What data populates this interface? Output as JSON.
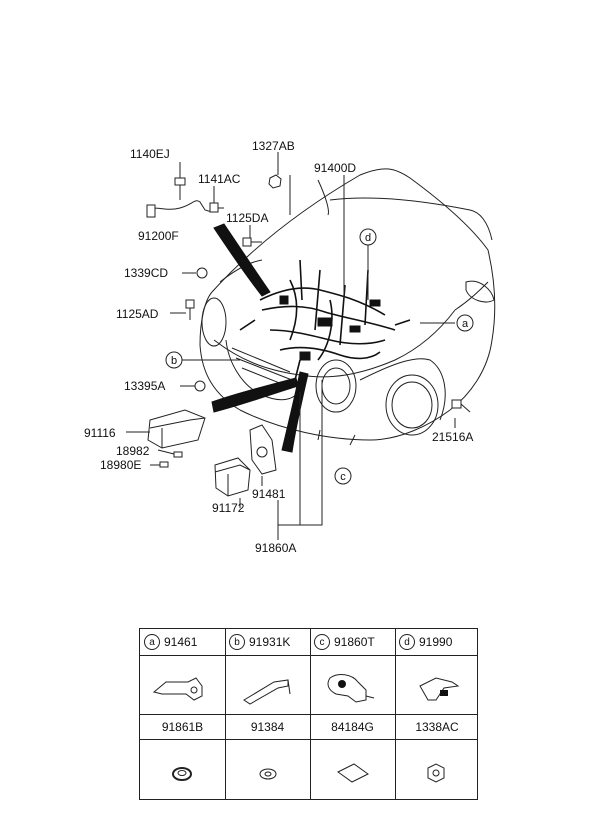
{
  "callouts": {
    "p1140EJ": "1140EJ",
    "p1141AC": "1141AC",
    "p91200F": "91200F",
    "p1327AB": "1327AB",
    "p91400D": "91400D",
    "p1125DA": "1125DA",
    "p1339CD": "1339CD",
    "p1125AD": "1125AD",
    "p13395A": "13395A",
    "p91116": "91116",
    "p18982": "18982",
    "p18980E": "18980E",
    "p91172": "91172",
    "p91481": "91481",
    "p91860A": "91860A",
    "p21516A": "21516A"
  },
  "markers": {
    "a": "a",
    "b": "b",
    "c": "c",
    "d": "d"
  },
  "legend": {
    "header": [
      {
        "letter": "a",
        "part": "91461"
      },
      {
        "letter": "b",
        "part": "91931K"
      },
      {
        "letter": "c",
        "part": "91860T"
      },
      {
        "letter": "d",
        "part": "91990"
      }
    ],
    "second_row": [
      "91861B",
      "91384",
      "84184G",
      "1338AC"
    ]
  }
}
